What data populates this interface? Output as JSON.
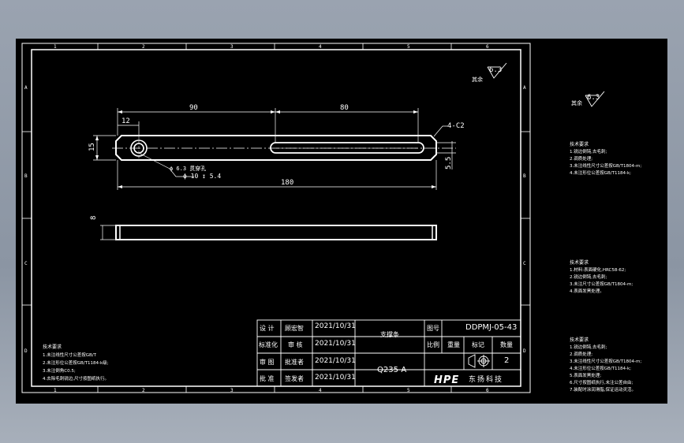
{
  "frame": {
    "col_labels": [
      "1",
      "2",
      "3",
      "4",
      "5",
      "6"
    ],
    "row_labels": [
      "A",
      "B",
      "C",
      "D"
    ]
  },
  "dimensions": {
    "d90": "90",
    "d80": "80",
    "d12": "12",
    "d15": "15",
    "d180": "180",
    "d55": "5.5",
    "d8": "8",
    "chamfer": "4-C2",
    "hole_main": "ϕ 6.3 贯穿孔",
    "hole_counter": "ϕ 10 ↧ 5.4"
  },
  "roughness": {
    "main_prefix": "其余",
    "main_value": "6.3",
    "side_prefix": "其余",
    "side_value": "6.3"
  },
  "title_block": {
    "row1": [
      "设 计",
      "顾宏智",
      "2021/10/31"
    ],
    "row2": [
      "标准化",
      "审 核",
      "2021/10/31"
    ],
    "row3": [
      "审 图",
      "批准者",
      "2021/10/31"
    ],
    "row4": [
      "批 准",
      "签发者",
      "2021/10/31"
    ],
    "part_name": "支撑条",
    "material": "Q235-A",
    "drawing_no_label": "图号",
    "drawing_no": "DDPMJ-05-43",
    "col_scale": "比例",
    "col_weight": "重量",
    "col_mark": "标记",
    "col_qty": "数量",
    "qty": "2",
    "logo": "HPE",
    "company": "东扬科技"
  },
  "notes": {
    "bottom_left": [
      "技术要求",
      "1.未注线性尺寸公差按GB/T",
      "2.未注形位公差按GB/T1184-k级;",
      "3.未注倒角C0.5;",
      "4.去除毛刺锐边,尺寸按图纸执行。"
    ],
    "side_block1": [
      "技术要求",
      "1.锐边倒钝,去毛刺;",
      "2.调质处理;",
      "3.未注线性尺寸公差按GB/T1804-m;",
      "4.未注形位公差按GB/T1184-k;"
    ],
    "side_block2": [
      "技术要求",
      "1.材料:表面硬化,HRC58-62;",
      "2.锐边倒钝,去毛刺;",
      "3.未注尺寸公差按GB/T1804-m;",
      "4.表面发黑处理。"
    ],
    "side_block3": [
      "技术要求",
      "1.锐边倒钝,去毛刺;",
      "2.调质处理;",
      "3.未注线性尺寸公差按GB/T1804-m;",
      "4.未注形位公差按GB/T1184-k;",
      "5.表面发黑处理;",
      "6.尺寸按图纸执行,未注公差自由;",
      "7.装配时涂润滑脂,保证运动灵活。"
    ]
  }
}
